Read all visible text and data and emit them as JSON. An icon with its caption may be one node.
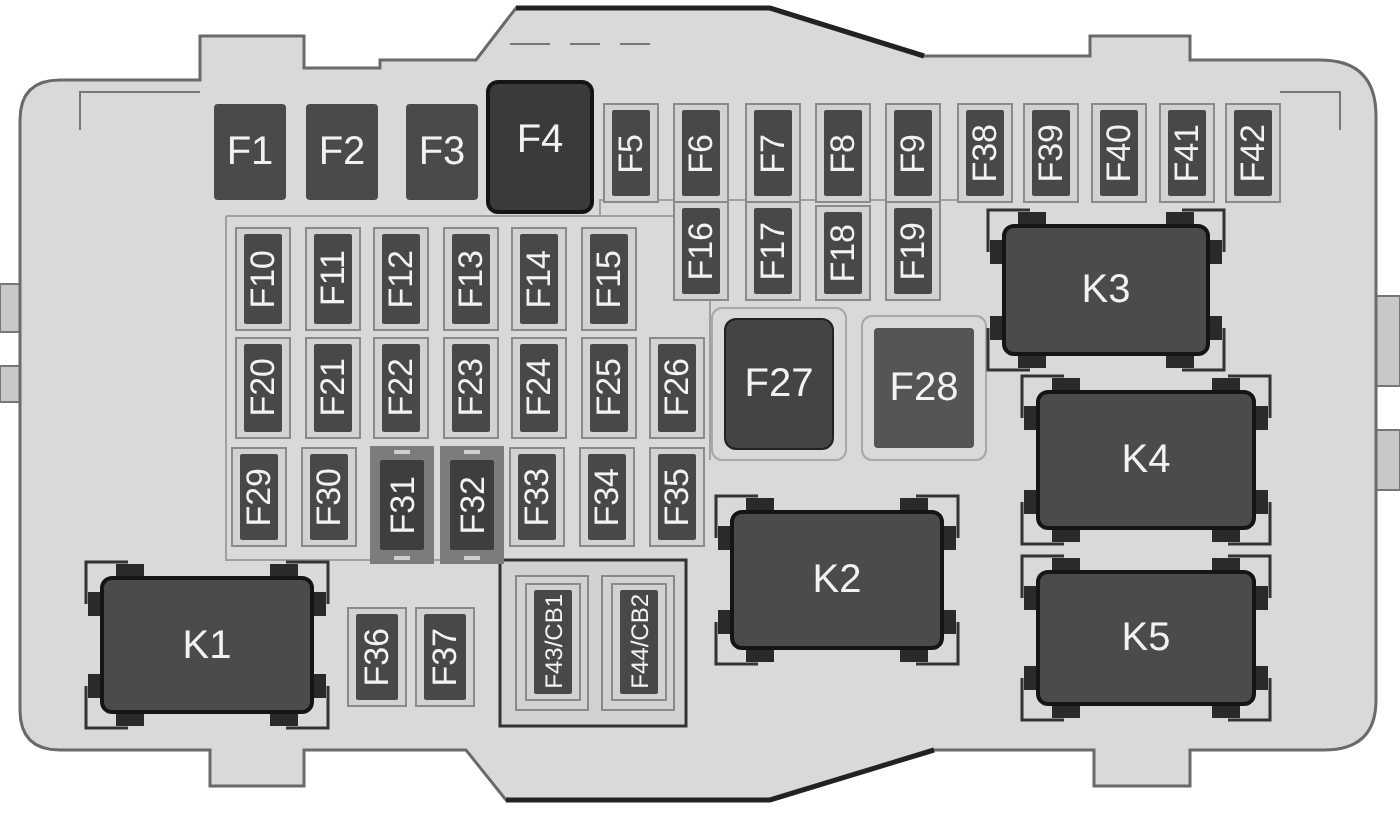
{
  "diagram": {
    "nodes": [
      {
        "text": [
          "F1"
        ]
      },
      {
        "text": [
          "F2"
        ]
      },
      {
        "text": [
          "F3"
        ]
      },
      {
        "text": [
          "F4"
        ]
      },
      {
        "text": [
          "F5"
        ]
      },
      {
        "text": [
          "F6"
        ]
      },
      {
        "text": [
          "F7"
        ]
      },
      {
        "text": [
          "F8"
        ]
      },
      {
        "text": [
          "F9"
        ]
      },
      {
        "text": [
          "F38"
        ]
      },
      {
        "text": [
          "F39"
        ]
      },
      {
        "text": [
          "F40"
        ]
      },
      {
        "text": [
          "F41"
        ]
      },
      {
        "text": [
          "F42"
        ]
      },
      {
        "text": [
          "F10"
        ]
      },
      {
        "text": [
          "F11"
        ]
      },
      {
        "text": [
          "F12"
        ]
      },
      {
        "text": [
          "F13"
        ]
      },
      {
        "text": [
          "F14"
        ]
      },
      {
        "text": [
          "F15"
        ]
      },
      {
        "text": [
          "F16"
        ]
      },
      {
        "text": [
          "F17"
        ]
      },
      {
        "text": [
          "F18"
        ]
      },
      {
        "text": [
          "F19"
        ]
      },
      {
        "text": [
          "K3"
        ]
      },
      {
        "text": [
          "F20"
        ]
      },
      {
        "text": [
          "F21"
        ]
      },
      {
        "text": [
          "F22"
        ]
      },
      {
        "text": [
          "F23"
        ]
      },
      {
        "text": [
          "F24"
        ]
      },
      {
        "text": [
          "F25"
        ]
      },
      {
        "text": [
          "F26"
        ]
      },
      {
        "text": [
          "F27"
        ]
      },
      {
        "text": [
          "F28"
        ]
      },
      {
        "text": [
          "K4"
        ]
      },
      {
        "text": [
          "F29"
        ]
      },
      {
        "text": [
          "F30"
        ]
      },
      {
        "text": [
          "F31"
        ]
      },
      {
        "text": [
          "F32"
        ]
      },
      {
        "text": [
          "F33"
        ]
      },
      {
        "text": [
          "F34"
        ]
      },
      {
        "text": [
          "F35"
        ]
      },
      {
        "text": [
          "K2"
        ]
      },
      {
        "text": [
          "K1"
        ]
      },
      {
        "text": [
          "F36"
        ]
      },
      {
        "text": [
          "F37"
        ]
      },
      {
        "text": [
          "F43/CB1"
        ]
      },
      {
        "text": [
          "F44/CB2"
        ]
      },
      {
        "text": [
          "K5"
        ]
      }
    ]
  }
}
